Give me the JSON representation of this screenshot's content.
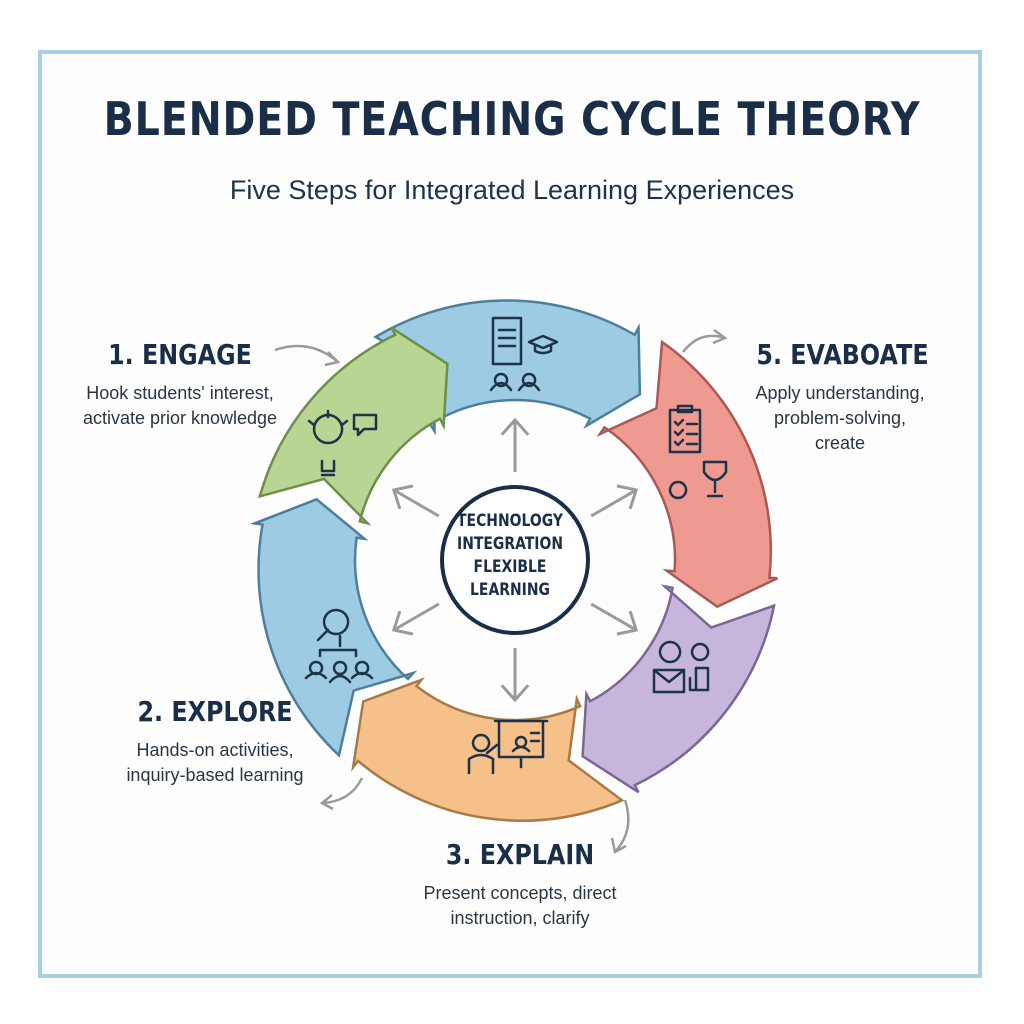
{
  "title": "BLENDED TEACHING CYCLE THEORY",
  "subtitle": "Five Steps for Integrated Learning Experiences",
  "center": {
    "lines": [
      "TECHNOLOGY",
      "INTEGRATION",
      "FLEXIBLE",
      "LEARNING"
    ]
  },
  "steps": [
    {
      "heading": "1. ENGAGE",
      "description": "Hook students' interest, activate prior knowledge",
      "color": "#b9d593",
      "icon": "lightbulb-speech-icon"
    },
    {
      "heading": "2. EXPLORE",
      "description": "Hands-on activities, inquiry-based learning",
      "color": "#9ccbe3",
      "icon": "magnifier-group-icon"
    },
    {
      "heading": "3. EXPLAIN",
      "description": "Present concepts, direct instruction, clarify",
      "color": "#f6c08a",
      "icon": "presenter-board-icon"
    },
    {
      "heading": "5. EVABOATE",
      "description": "Apply understanding, problem-solving, create",
      "color": "#ef9a90",
      "icon": "clipboard-trophy-icon"
    }
  ],
  "segments": [
    {
      "name": "segment-top",
      "color": "#9ccbe3",
      "stroke": "#4d7f9c",
      "icon": "tablet-graduation-icon"
    },
    {
      "name": "segment-evaluate",
      "color": "#ef9a90",
      "stroke": "#a85a55",
      "icon": "clipboard-trophy-icon"
    },
    {
      "name": "segment-purple",
      "color": "#c7b6db",
      "stroke": "#7a6796",
      "icon": "gears-mail-icon"
    },
    {
      "name": "segment-explain",
      "color": "#f6c08a",
      "stroke": "#a67b46",
      "icon": "presenter-board-icon"
    },
    {
      "name": "segment-explore",
      "color": "#9ccbe3",
      "stroke": "#4d7f9c",
      "icon": "magnifier-group-icon"
    },
    {
      "name": "segment-engage",
      "color": "#b9d593",
      "stroke": "#6d8f4a",
      "icon": "lightbulb-speech-icon"
    }
  ]
}
